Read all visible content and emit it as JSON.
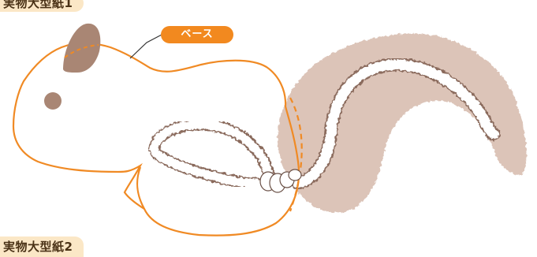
{
  "labels": {
    "pattern_1": "実物大型紙1",
    "pattern_2": "実物大型紙2",
    "callout": "ベース"
  },
  "colors": {
    "outline": "#f08a24",
    "fur": "#dcc4b8",
    "ear": "#a98674",
    "eye": "#a98674",
    "callout_bg": "#f2891f",
    "tab_bg": "#fbe7c6"
  }
}
